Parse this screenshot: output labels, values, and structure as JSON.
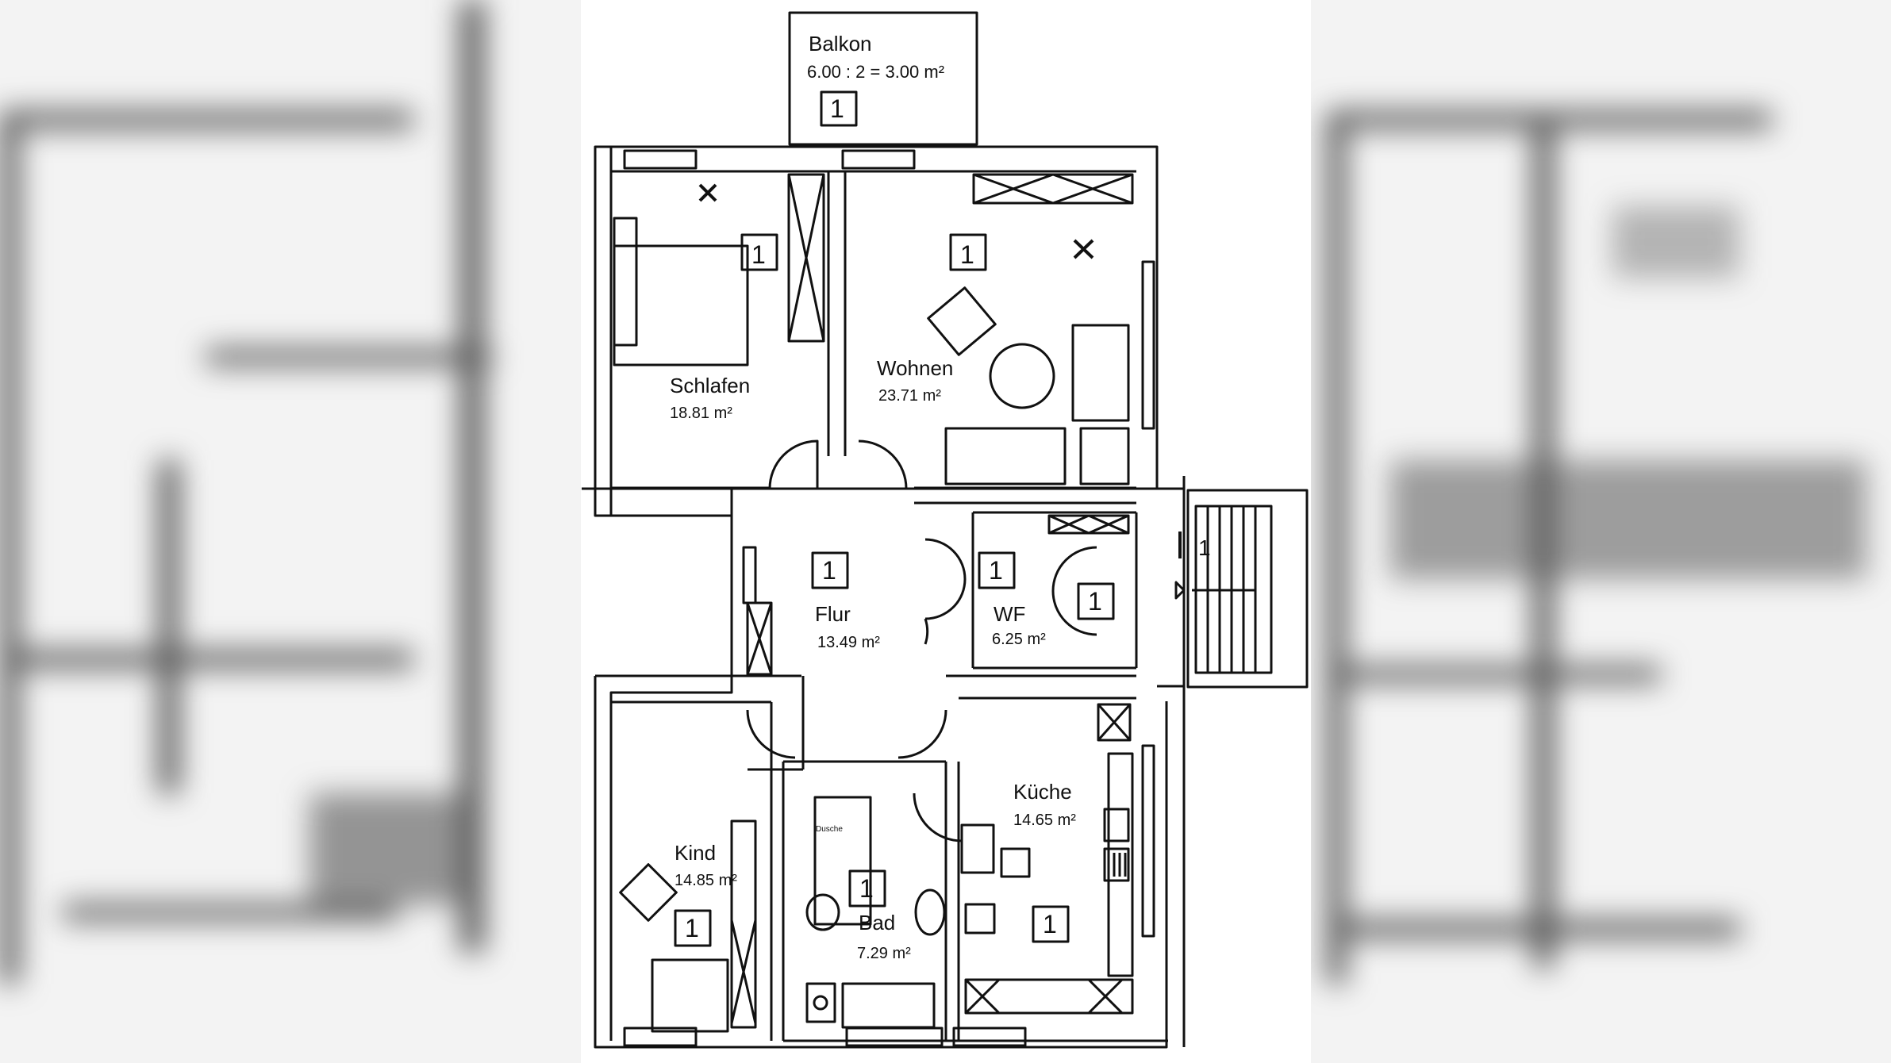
{
  "rooms": {
    "balkon": {
      "name": "Balkon",
      "area": "6.00 : 2 = 3.00 m²",
      "tag": "1"
    },
    "schlafen": {
      "name": "Schlafen",
      "area": "18.81 m²",
      "tag": "1"
    },
    "wohnen": {
      "name": "Wohnen",
      "area": "23.71 m²",
      "tag": "1"
    },
    "flur": {
      "name": "Flur",
      "area": "13.49 m²",
      "tag": "1"
    },
    "wf": {
      "name": "WF",
      "area": "6.25 m²",
      "tag": "1"
    },
    "entry_tag": "1",
    "kind": {
      "name": "Kind",
      "area": "14.85 m²",
      "tag": "1"
    },
    "bad": {
      "name": "Bad",
      "area": "7.29 m²",
      "tag": "1",
      "dusche": "Dusche"
    },
    "kueche": {
      "name": "Küche",
      "area": "14.65 m²",
      "tag": "1"
    }
  },
  "stair_tag": "1"
}
